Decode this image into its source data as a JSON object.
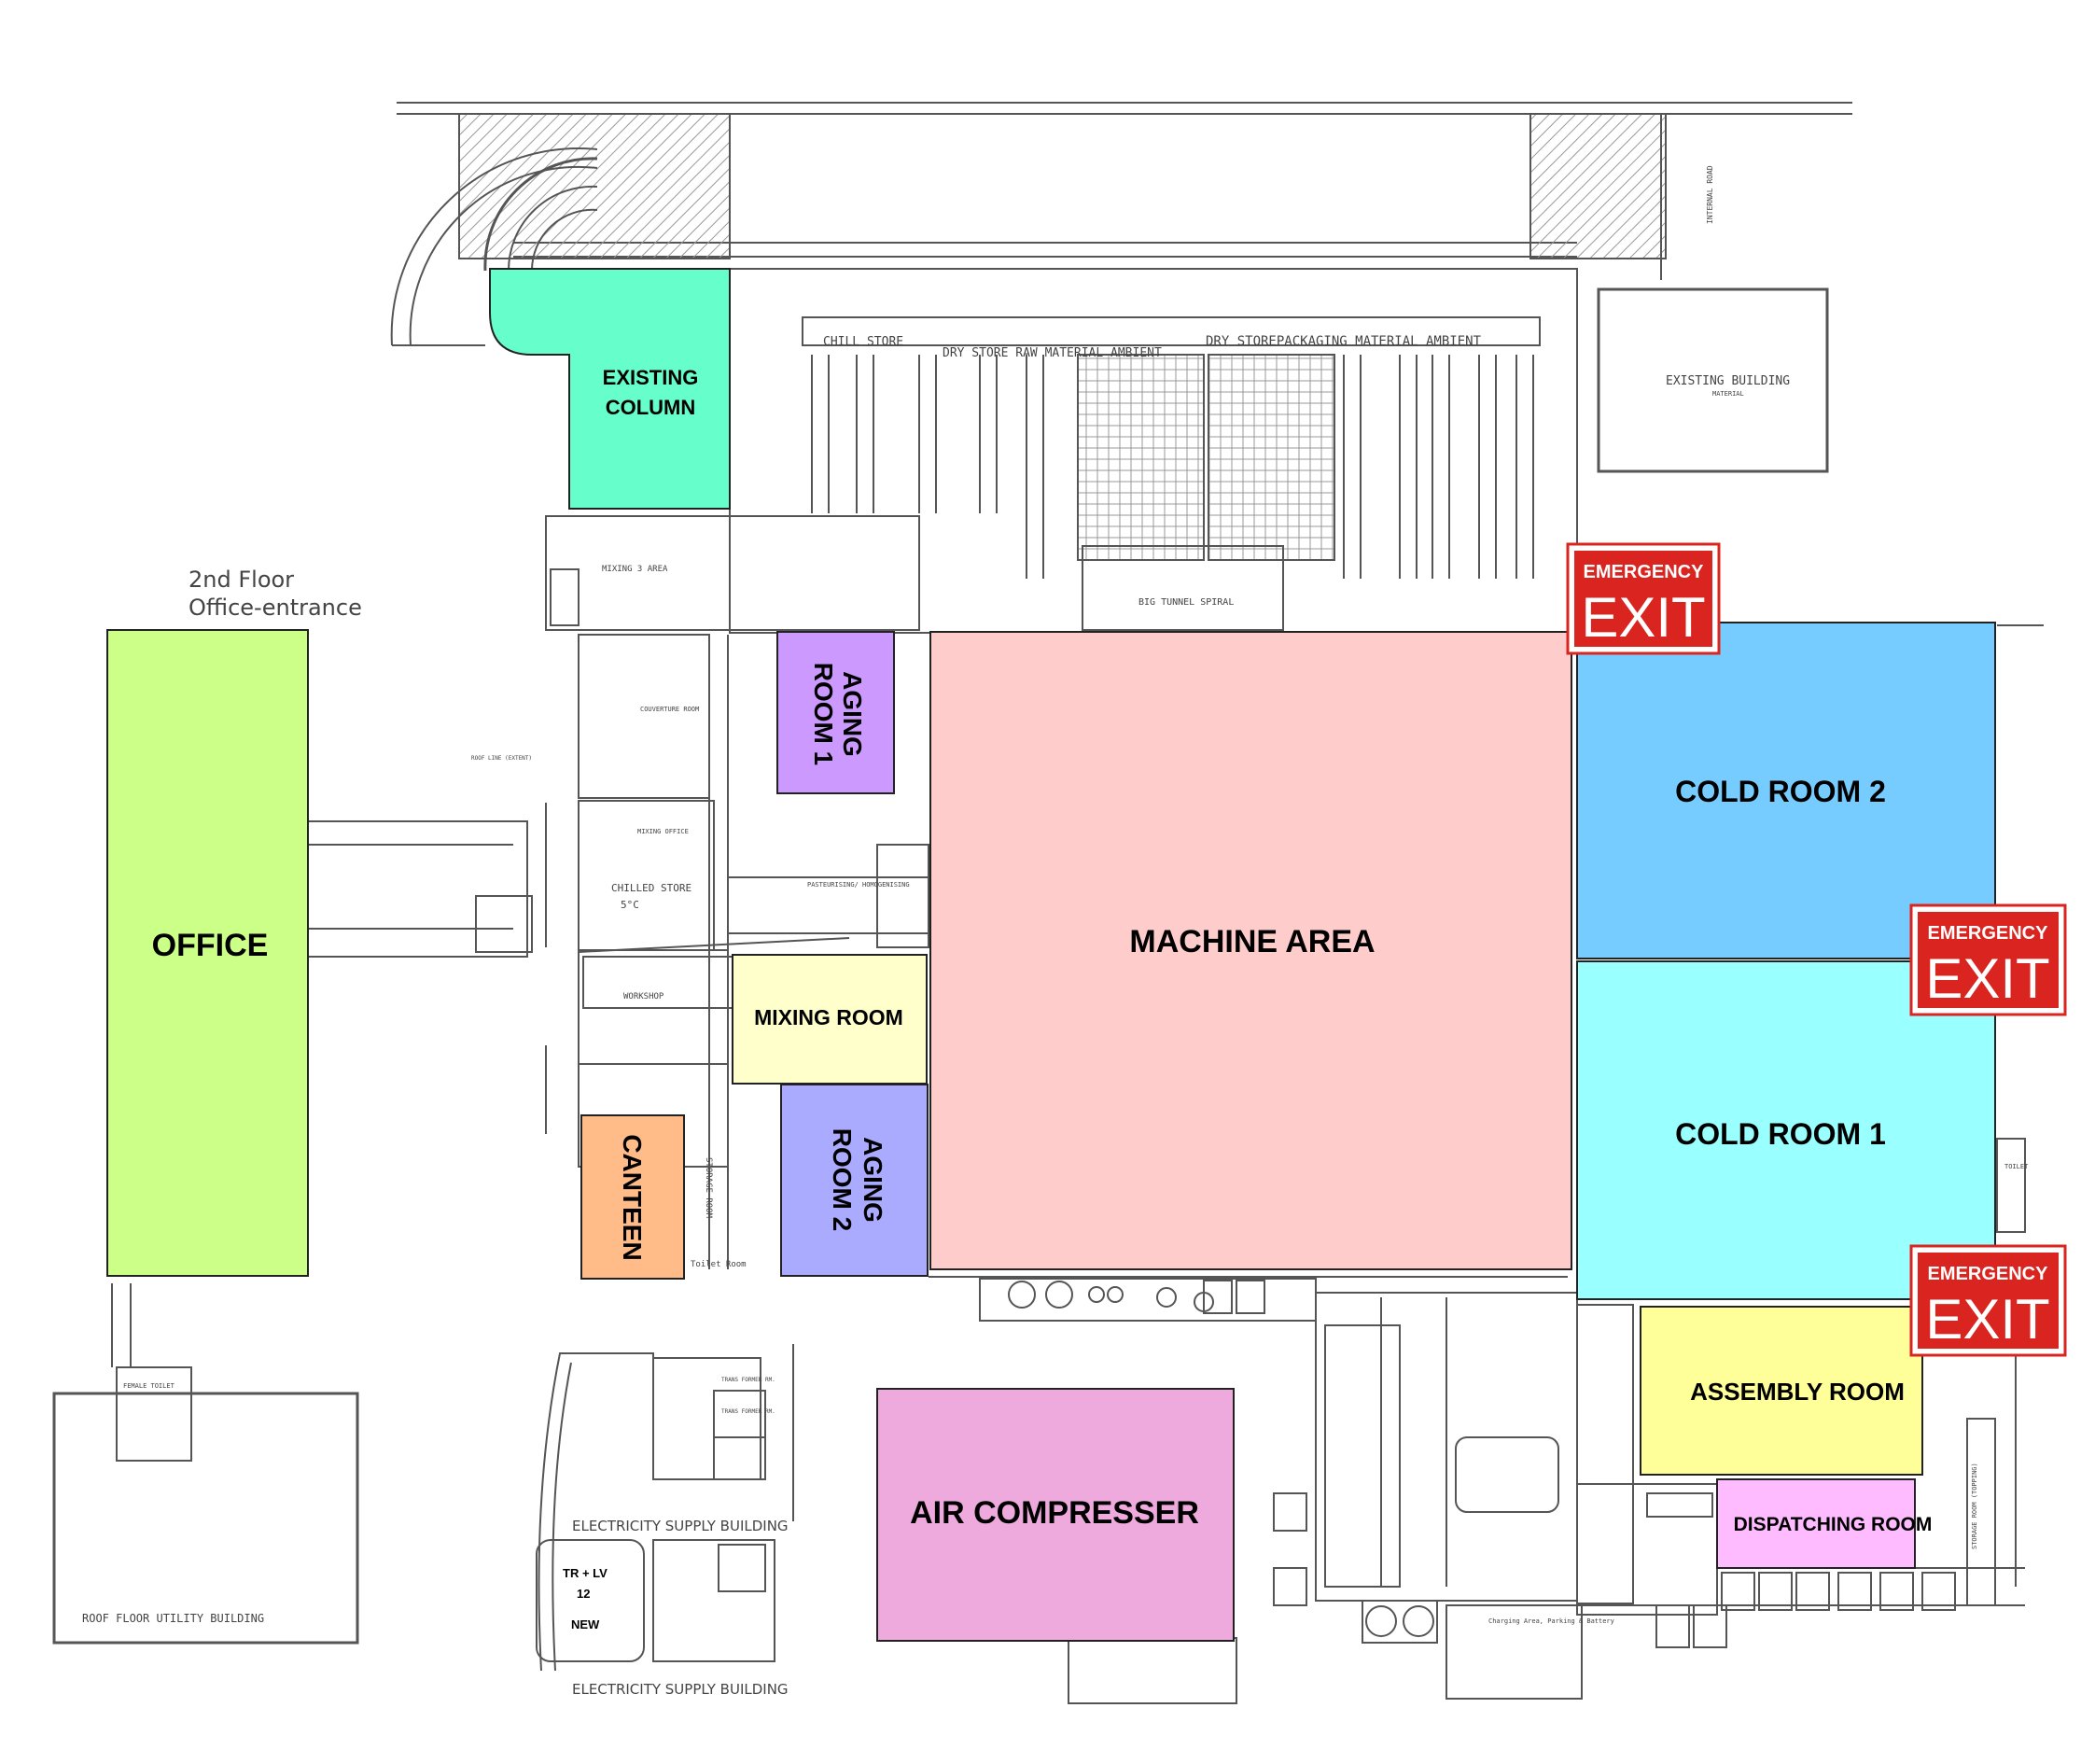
{
  "zones": {
    "existing_column": {
      "line1": "EXISTING",
      "line2": "COLUMN",
      "color": "#66ffcc"
    },
    "office": {
      "label": "OFFICE",
      "color": "#ccff88"
    },
    "aging_room_1": {
      "line1": "AGING",
      "line2": "ROOM 1",
      "color": "#cc99ff"
    },
    "machine_area": {
      "label": "MACHINE AREA",
      "color": "#ffcccc"
    },
    "cold_room_2": {
      "label": "COLD ROOM 2",
      "color": "#77ccff"
    },
    "cold_room_1": {
      "label": "COLD ROOM 1",
      "color": "#99ffff"
    },
    "mixing_room": {
      "label": "MIXING ROOM",
      "color": "#ffffcc"
    },
    "aging_room_2": {
      "line1": "AGING",
      "line2": "ROOM 2",
      "color": "#aaaaff"
    },
    "canteen": {
      "label": "CANTEEN",
      "color": "#ffbb88"
    },
    "assembly_room": {
      "label": "ASSEMBLY ROOM",
      "color": "#ffff99"
    },
    "dispatching_room": {
      "label": "DISPATCHING ROOM",
      "color": "#ffbbff"
    },
    "air_compresser": {
      "label": "AIR COMPRESSER",
      "color": "#eeaadd"
    }
  },
  "emergency_exit": {
    "top": "EMERGENCY",
    "bottom": "EXIT",
    "color": "#d9241f"
  },
  "annotations": {
    "second_floor_1": "2nd Floor",
    "second_floor_2": "Office-entrance",
    "chill_store": "CHILL STORE",
    "dry_store_raw": "DRY STORE RAW MATERIAL  AMBIENT",
    "dry_store_pack": "DRY STOREPACKAGING MATERIAL AMBIENT",
    "existing_building": "EXISTING BUILDING",
    "existing_building_sub": "MATERIAL",
    "big_tunnel": "BIG TUNNEL SPIRAL",
    "mixing_3": "MIXING 3 AREA",
    "couverture": "COUVERTURE ROOM",
    "roof_line": "ROOF LINE (EXTENT)",
    "mixing_office": "MIXING OFFICE",
    "chilled_store": "CHILLED STORE",
    "chilled_temp": "5°C",
    "workshop": "WORKSHOP",
    "storage_room": "STORAGE ROOM",
    "toilet_room": "Toilet Room",
    "pasteurising": "PASTEURISING/ HOMOGENISING",
    "electricity_1": "ELECTRICITY SUPPLY BUILDING",
    "electricity_2": "ELECTRICITY SUPPLY BUILDING",
    "roof_utility": "ROOF FLOOR UTILITY BUILDING",
    "tr_lv_1": "TR + LV",
    "tr_lv_2": "12",
    "tr_lv_3": "NEW",
    "transformer_1": "TRANS FORMER RM.",
    "transformer_2": "TRANS FORMER RM.",
    "charging": "Charging Area, Parking & Battery",
    "internal_road": "INTERNAL ROAD",
    "storage_room_topping": "STORAGE ROOM (TOPPING)",
    "toilet": "TOILET",
    "female_toilet": "FEMALE TOILET"
  }
}
